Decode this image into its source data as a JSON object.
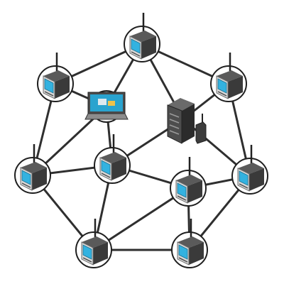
{
  "diagram": {
    "nodes": [
      {
        "id": "n1",
        "kind": "radio-terminal"
      },
      {
        "id": "n2",
        "kind": "radio-terminal"
      },
      {
        "id": "n3",
        "kind": "radio-terminal"
      },
      {
        "id": "n4",
        "kind": "laptop"
      },
      {
        "id": "n5",
        "kind": "server"
      },
      {
        "id": "n6",
        "kind": "radio-terminal"
      },
      {
        "id": "n7",
        "kind": "radio-terminal"
      },
      {
        "id": "n8",
        "kind": "radio-terminal"
      },
      {
        "id": "n9",
        "kind": "radio-terminal"
      },
      {
        "id": "n10",
        "kind": "radio-terminal"
      },
      {
        "id": "n11",
        "kind": "radio-terminal"
      }
    ],
    "links": [
      [
        "n1",
        "n2"
      ],
      [
        "n1",
        "n3"
      ],
      [
        "n1",
        "n4"
      ],
      [
        "n1",
        "n5"
      ],
      [
        "n2",
        "n7"
      ],
      [
        "n2",
        "n4"
      ],
      [
        "n3",
        "n5"
      ],
      [
        "n3",
        "n9"
      ],
      [
        "n4",
        "n6"
      ],
      [
        "n4",
        "n7"
      ],
      [
        "n5",
        "n6"
      ],
      [
        "n5",
        "n9"
      ],
      [
        "n7",
        "n6"
      ],
      [
        "n7",
        "n10"
      ],
      [
        "n6",
        "n8"
      ],
      [
        "n6",
        "n10"
      ],
      [
        "n8",
        "n9"
      ],
      [
        "n8",
        "n10"
      ],
      [
        "n8",
        "n11"
      ],
      [
        "n9",
        "n11"
      ],
      [
        "n10",
        "n11"
      ]
    ],
    "colors": {
      "link": "#2f2f2f",
      "device_body": "#3a3a3a",
      "device_face": "#d8d8d8",
      "screen": "#33b2e0",
      "ring": "#ffffff",
      "ring_edge": "#1f1f1f"
    }
  }
}
